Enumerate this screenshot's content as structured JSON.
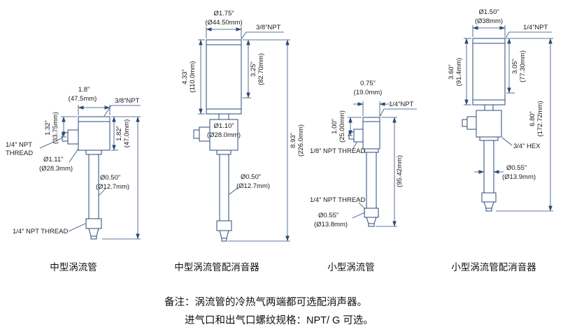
{
  "colors": {
    "line": "#2a4a78",
    "text": "#1a1a1a",
    "background": "#ffffff"
  },
  "titles": {
    "d1": "中型涡流管",
    "d2": "中型涡流管配消音器",
    "d3": "小型涡流管",
    "d4": "小型涡流管配消音器"
  },
  "d1": {
    "top_width_in": "1.8”",
    "top_width_mm": "(47.5mm)",
    "top_thread": "3/8”NPT",
    "left_dim_in": "1.32”",
    "left_dim_mm": "(33.75mm)",
    "side_thread_line1": "1/4” NPT",
    "side_thread_line2": "THREAD",
    "body_dia_in": "Ø1.11”",
    "body_dia_mm": "(Ø28.3mm)",
    "body_len_in": "1.82”",
    "body_len_mm": "(47.0mm)",
    "tube_dia_in": "Ø0.50”",
    "tube_dia_mm": "(Ø12.7mm)",
    "bottom_thread": "1/4” NPT THREAD"
  },
  "d2": {
    "muffler_dia_in": "Ø1.75”",
    "muffler_dia_mm": "(Ø44.50mm)",
    "top_thread": "3/8”NPT",
    "muffler_len_in": "4.33”",
    "muffler_len_mm": "(110.0mm)",
    "muffler_len2_in": "3.25”",
    "muffler_len2_mm": "(82.70mm)",
    "body_dia_in": "Ø1.10”",
    "body_dia_mm": "(Ø28.0mm)",
    "total_len_in": "8.93”",
    "total_len_mm": "(226.0mm)",
    "tube_dia_in": "Ø0.50”",
    "tube_dia_mm": "(Ø12.7mm)"
  },
  "d3": {
    "top_width_in": "0.75”",
    "top_width_mm": "(19.0mm)",
    "top_thread": "1/4”NPT",
    "left_dim_in": "1.00”",
    "left_dim_mm": "(25.00mm)",
    "side_thread": "1/8” NPT THREAD",
    "total_len_mm": "(95.42mm)",
    "bottom_thread": "1/4” NPT THREAD",
    "tube_dia_in": "Ø0.55”",
    "tube_dia_mm": "(Ø13.8mm)"
  },
  "d4": {
    "muffler_dia_in": "Ø1.50”",
    "muffler_dia_mm": "(Ø38mm)",
    "top_thread": "1/4”NPT",
    "muffler_len_in": "3.60”",
    "muffler_len_mm": "(91.4mm)",
    "muffler_len2_in": "3.05”",
    "muffler_len2_mm": "(77.30mm)",
    "total_len_in": "6.80”",
    "total_len_mm": "(172.72mm)",
    "hex_label": "3/4” HEX",
    "tube_dia_in": "Ø0.55”",
    "tube_dia_mm": "(Ø13.9mm)"
  },
  "notes": {
    "line1": "备注：涡流管的冷热气两端都可选配消声器。",
    "line2": "进气口和出气口螺纹规格：NPT/ G 可选。"
  }
}
